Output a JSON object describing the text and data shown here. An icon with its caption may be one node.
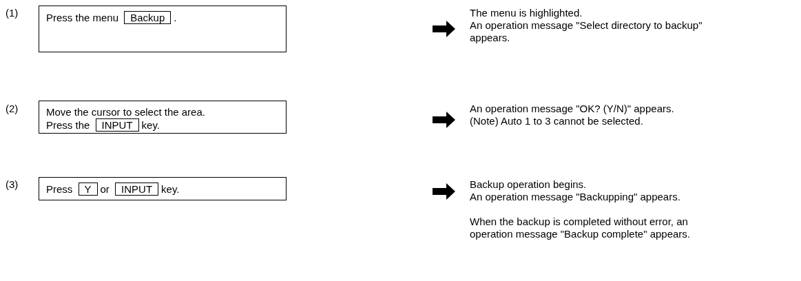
{
  "diagram": {
    "nodes": [
      {
        "text": [
          "Press the menu",
          "."
        ]
      },
      {
        "text": [
          "Backup"
        ],
        "in": 0
      },
      {
        "text": [
          "The menu is highlighted.",
          "An operation message \"Select directory to backup\" appears."
        ]
      },
      {
        "text": [
          "Move the cursor to select the area.",
          "Press the",
          "key."
        ]
      },
      {
        "text": [
          "INPUT"
        ],
        "in": 3
      },
      {
        "text": [
          "An operation message \"OK? (Y/N)\" appears.",
          "(Note) Auto 1 to 3 cannot be selected."
        ]
      },
      {
        "text": [
          "Press",
          "or",
          "key."
        ]
      },
      {
        "text": [
          "Y"
        ],
        "in": 6
      },
      {
        "text": [
          "INPUT"
        ],
        "in": 6
      },
      {
        "text": [
          "Backup operation begins.",
          "An operation message \"Backupping\" appears.",
          "When the backup is completed without error, an operation message \"Backup complete\" appears."
        ]
      }
    ],
    "edges": [
      {
        "from": 0,
        "to": 2,
        "arrow": "to"
      },
      {
        "from": 3,
        "to": 5,
        "arrow": "to"
      },
      {
        "from": 6,
        "to": 9,
        "arrow": "to"
      }
    ],
    "labels": [
      "(1)",
      "(2)",
      "(3)"
    ]
  }
}
